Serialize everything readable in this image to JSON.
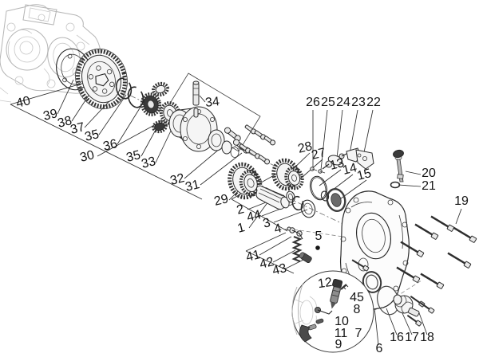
{
  "diagram": {
    "kind": "exploded-parts-diagram",
    "colors": {
      "background": "#ffffff",
      "ink": "#242424",
      "faint_lines": "#b5b5b5"
    },
    "labels": [
      {
        "text": "40"
      },
      {
        "text": "39"
      },
      {
        "text": "38"
      },
      {
        "text": "37"
      },
      {
        "text": "35"
      },
      {
        "text": "36"
      },
      {
        "text": "30"
      },
      {
        "text": "35"
      },
      {
        "text": "33"
      },
      {
        "text": "34"
      },
      {
        "text": "32"
      },
      {
        "text": "31"
      },
      {
        "text": "29"
      },
      {
        "text": "2"
      },
      {
        "text": "44"
      },
      {
        "text": "3"
      },
      {
        "text": "1"
      },
      {
        "text": "4"
      },
      {
        "text": "5"
      },
      {
        "text": "41"
      },
      {
        "text": "42"
      },
      {
        "text": "43"
      },
      {
        "text": "28"
      },
      {
        "text": "27"
      },
      {
        "text": "13"
      },
      {
        "text": "14"
      },
      {
        "text": "15"
      },
      {
        "text": "26"
      },
      {
        "text": "25"
      },
      {
        "text": "24"
      },
      {
        "text": "23"
      },
      {
        "text": "22"
      },
      {
        "text": "20"
      },
      {
        "text": "21"
      },
      {
        "text": "19"
      },
      {
        "text": "12"
      },
      {
        "text": "45"
      },
      {
        "text": "8"
      },
      {
        "text": "10"
      },
      {
        "text": "11"
      },
      {
        "text": "7"
      },
      {
        "text": "9"
      },
      {
        "text": "6"
      },
      {
        "text": "16"
      },
      {
        "text": "17"
      },
      {
        "text": "18"
      }
    ]
  }
}
